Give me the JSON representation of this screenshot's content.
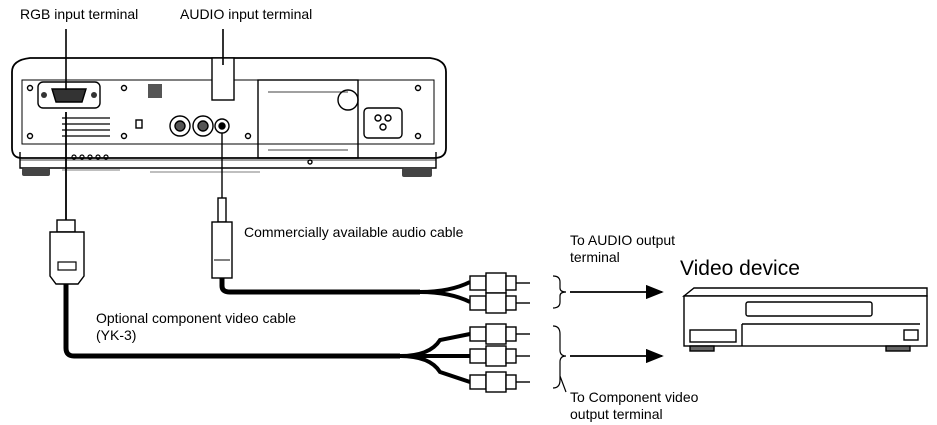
{
  "labels": {
    "rgb_input": "RGB input terminal",
    "audio_input": "AUDIO input terminal",
    "audio_cable": "Commercially available audio cable",
    "to_audio_output_line1": "To AUDIO output",
    "to_audio_output_line2": "terminal",
    "video_device": "Video device",
    "component_cable_line1": "Optional component video cable",
    "component_cable_line2": "(YK-3)",
    "to_component_line1": "To Component video",
    "to_component_line2": "output terminal"
  }
}
